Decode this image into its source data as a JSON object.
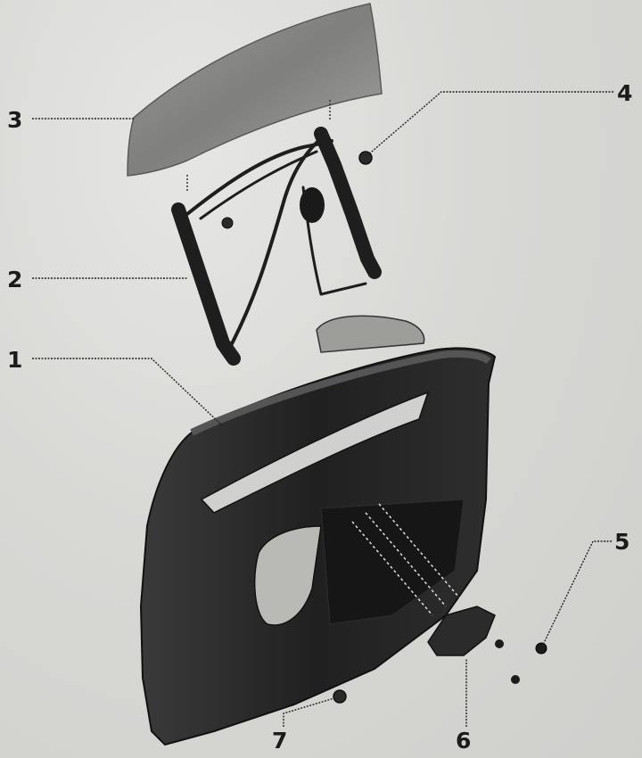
{
  "callouts": [
    {
      "id": "1",
      "label": "1"
    },
    {
      "id": "2",
      "label": "2"
    },
    {
      "id": "3",
      "label": "3"
    },
    {
      "id": "4",
      "label": "4"
    },
    {
      "id": "5",
      "label": "5"
    },
    {
      "id": "6",
      "label": "6"
    },
    {
      "id": "7",
      "label": "7"
    }
  ],
  "colors": {
    "background": "#d9d9d7",
    "ink": "#1b1b1b",
    "glass": "#8e8e8c",
    "door_shell": "#2a2a2a"
  }
}
